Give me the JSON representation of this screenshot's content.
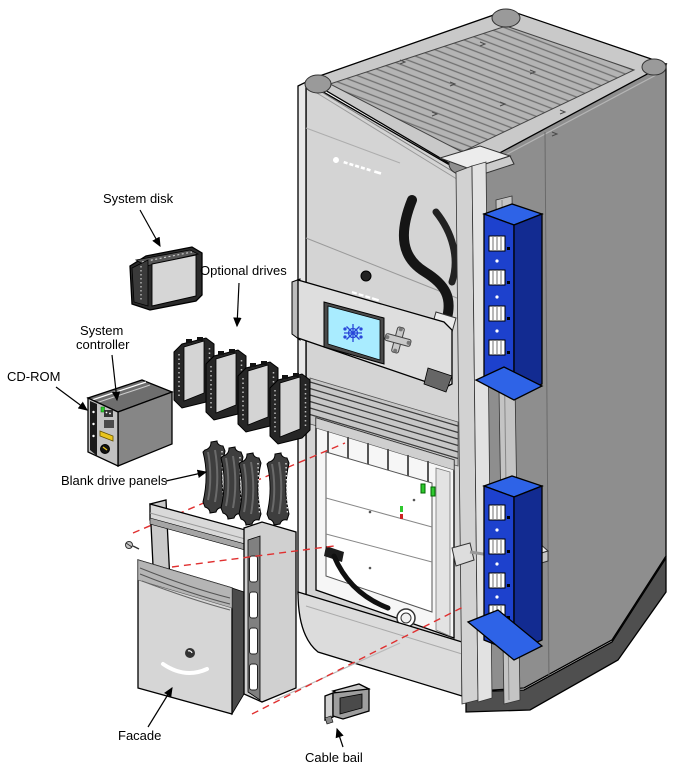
{
  "figure": {
    "labels": {
      "system_disk": "System disk",
      "optional_drives": "Optional drives",
      "system_controller_line1": "System",
      "system_controller_line2": "controller",
      "cd_rom": "CD-ROM",
      "blank_drive_panels": "Blank drive panels",
      "facade": "Facade",
      "cable_bail": "Cable bail"
    },
    "icons": {
      "lcd_logo": "snowflake-icon"
    },
    "colors": {
      "handle_blue_top": "#2e63e7",
      "handle_blue_front": "#1d41cd",
      "handle_blue_side": "#122b91",
      "lcd_cyan": "#a9ecff",
      "lcd_logo_blue": "#2846d8",
      "led_green": "#2ec82e",
      "led_red": "#cc2222",
      "alignment_line_red": "#e03030",
      "rack_front_gray": "#d4d4d4",
      "rack_side_gray": "#8e8e8e",
      "yellow_button": "#e8c41e"
    }
  }
}
